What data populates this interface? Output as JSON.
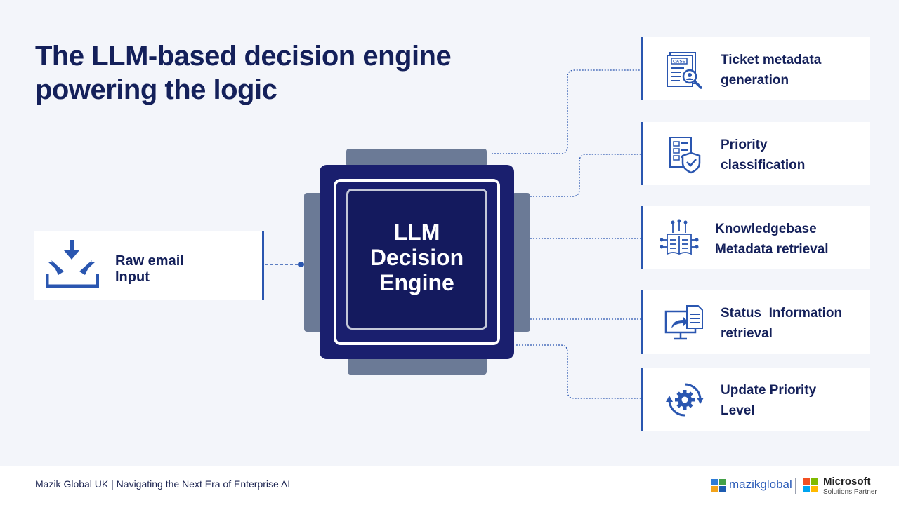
{
  "title": {
    "line1": "The LLM-based decision engine",
    "line2": "powering the logic"
  },
  "input": {
    "line1": "Raw email",
    "line2": "Input",
    "icon": "inbox-download-icon"
  },
  "engine": {
    "line1": "LLM",
    "line2": "Decision",
    "line3": "Engine"
  },
  "outputs": [
    {
      "line1": "Ticket metadata",
      "line2": "generation",
      "icon": "case-document-search-icon",
      "icon_text": "CASE"
    },
    {
      "line1": "Priority",
      "line2": "classification",
      "icon": "document-shield-check-icon"
    },
    {
      "line1": "Knowledgebase",
      "line2": "Metadata retrieval",
      "icon": "book-circuit-icon"
    },
    {
      "line1": "Status  Information",
      "line2": "retrieval",
      "icon": "monitor-document-share-icon"
    },
    {
      "line1": "Update Priority",
      "line2": "Level",
      "icon": "gear-refresh-icon"
    }
  ],
  "footer": {
    "text": "Mazik Global UK | Navigating the Next Era of Enterprise AI",
    "mazik_logo": "mazikglobal",
    "ms_name": "Microsoft",
    "ms_sub": "Solutions Partner"
  },
  "colors": {
    "navy": "#14205a",
    "accent": "#2a56b0",
    "chip": "#1a1f6e",
    "pin": "#6b7a96",
    "background": "#f3f5fa"
  }
}
